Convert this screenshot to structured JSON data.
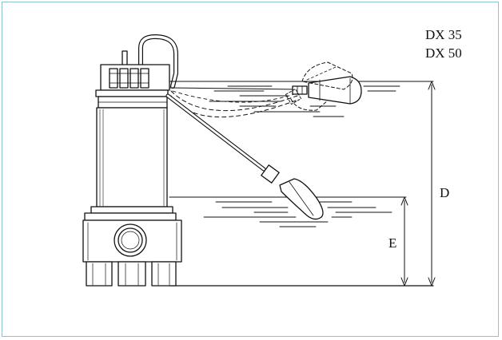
{
  "models": [
    "DX 35",
    "DX 50"
  ],
  "dimensions": {
    "d": "D",
    "e": "E"
  },
  "colors": {
    "frame": "#8fc3d3",
    "line": "#111111"
  }
}
